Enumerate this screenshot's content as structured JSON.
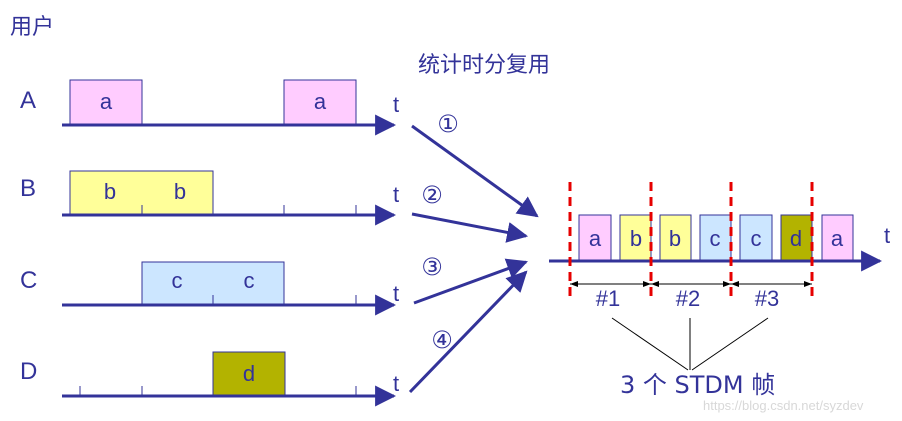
{
  "header": {
    "users_label": "用户",
    "method_label": "统计时分复用"
  },
  "colors": {
    "axis": "#333399",
    "user_a": "#ffccff",
    "user_b": "#ffff99",
    "user_c": "#cce6ff",
    "user_d": "#b3b300",
    "divider": "#e60000",
    "text": "#333399"
  },
  "users": [
    {
      "name": "A",
      "slots": [
        "a",
        "",
        "",
        "a"
      ]
    },
    {
      "name": "B",
      "slots": [
        "b",
        "b",
        "",
        ""
      ]
    },
    {
      "name": "C",
      "slots": [
        "",
        "c",
        "c",
        ""
      ]
    },
    {
      "name": "D",
      "slots": [
        "",
        "",
        "d",
        ""
      ]
    }
  ],
  "time_label": "t",
  "channel_markers": [
    "①",
    "②",
    "③",
    "④"
  ],
  "stdm": {
    "sequence": [
      "a",
      "b",
      "b",
      "c",
      "c",
      "d",
      "a"
    ],
    "frame_labels": [
      "#1",
      "#2",
      "#3"
    ],
    "caption": "3 个 STDM 帧",
    "time_label": "t"
  },
  "watermark": "https://blog.csdn.net/syzdev"
}
